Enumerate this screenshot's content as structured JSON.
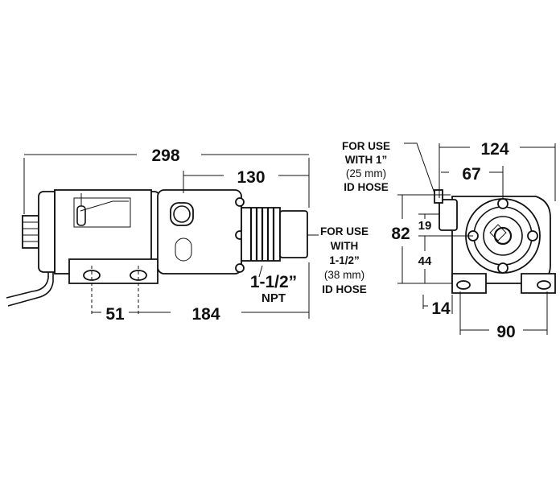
{
  "side_view": {
    "dim_overall": "298",
    "dim_pump_head": "130",
    "dim_foot_left": "51",
    "dim_foot_span": "184",
    "port_thread": {
      "line1": "1-1/2”",
      "line2": "NPT"
    },
    "outlet_note": {
      "line1": "FOR USE",
      "line2": "WITH",
      "line3": "1-1/2”",
      "line4": "(38 mm)",
      "line5": "ID HOSE"
    }
  },
  "end_view": {
    "dim_width": "124",
    "dim_port_offset": "67",
    "dim_height": "82",
    "dim_upper": "19",
    "dim_lower": "44",
    "dim_foot_offset": "14",
    "dim_foot_span": "90",
    "inlet_note": {
      "line1": "FOR USE",
      "line2": "WITH 1”",
      "line3": "(25 mm)",
      "line4": "ID HOSE"
    }
  },
  "colors": {
    "line": "#111111",
    "background": "#ffffff"
  }
}
